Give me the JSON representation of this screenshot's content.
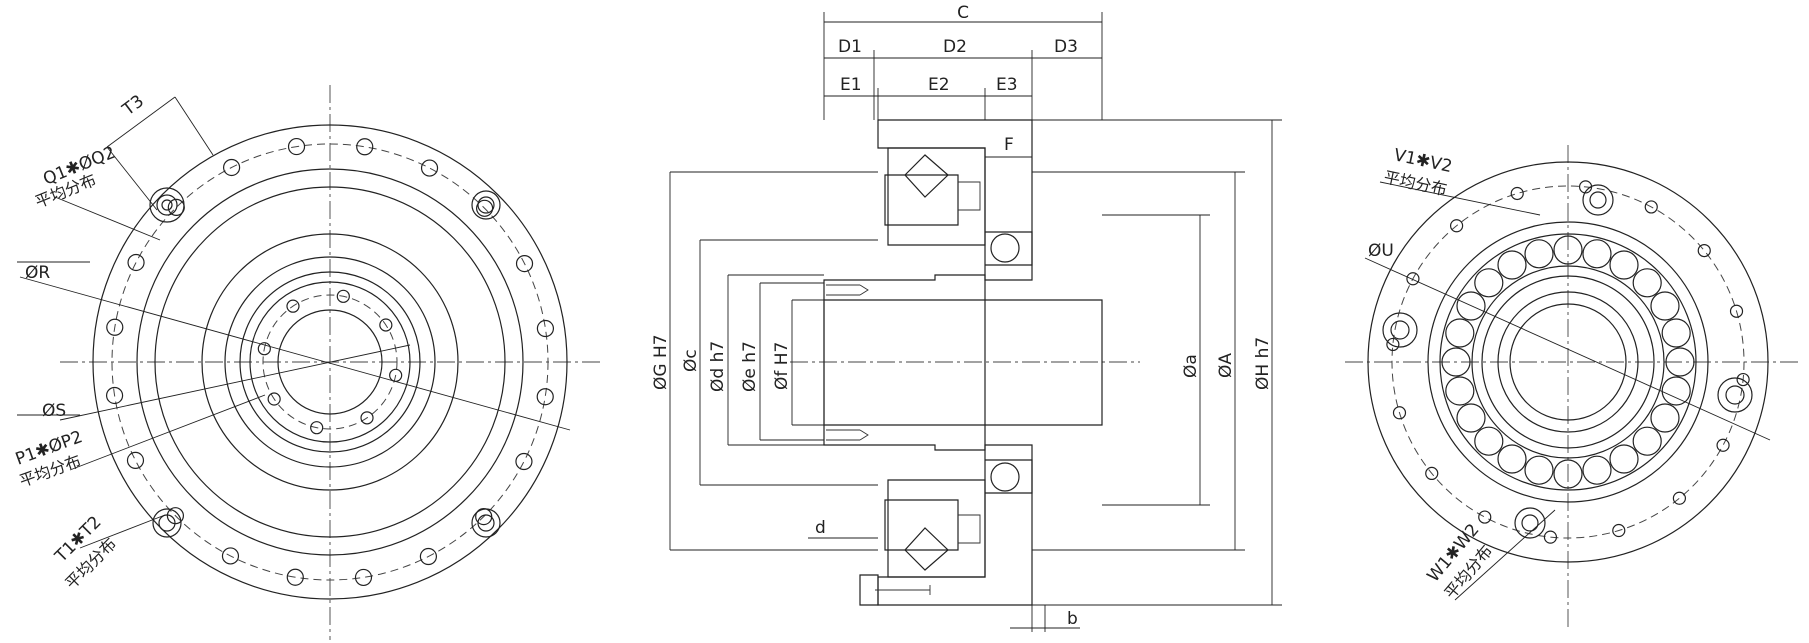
{
  "colors": {
    "line": "#222222",
    "background": "#ffffff"
  },
  "front_view": {
    "labels": {
      "t3": "T3",
      "q": "Q1✱ØQ2",
      "q_sub": "平均分布",
      "r": "ØR",
      "s": "ØS",
      "p": "P1✱ØP2",
      "p_sub": "平均分布",
      "t": "T1✱T2",
      "t_sub": "平均分布"
    }
  },
  "section_view": {
    "labels": {
      "c": "C",
      "d1": "D1",
      "d2": "D2",
      "d3": "D3",
      "e1": "E1",
      "e2": "E2",
      "e3": "E3",
      "f_top": "F",
      "g": "ØG H7",
      "c_dia": "Øc",
      "d_dia": "Ød h7",
      "e_dia": "Øe h7",
      "f_dia": "Øf H7",
      "a_small": "Øa",
      "a_big": "ØA",
      "h": "ØH h7",
      "d_small": "d",
      "b": "b"
    }
  },
  "rear_view": {
    "labels": {
      "v": "V1✱V2",
      "v_sub": "平均分布",
      "u": "ØU",
      "w": "W1✱W2",
      "w_sub": "平均分布"
    }
  }
}
